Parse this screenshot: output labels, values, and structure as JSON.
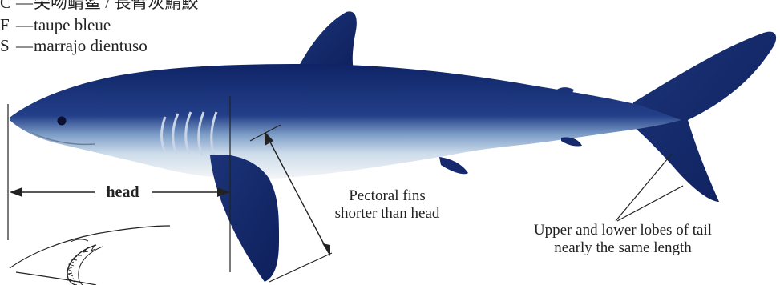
{
  "names": [
    {
      "code": "C",
      "text": "尖吻鲭鲨 / 長臂灰鯖鮫"
    },
    {
      "code": "F",
      "text": "taupe bleue"
    },
    {
      "code": "S",
      "text": "marrajo dientuso"
    }
  ],
  "dash": "—",
  "labels": {
    "head": "head",
    "pectoral_line1": "Pectoral fins",
    "pectoral_line2": "shorter than head",
    "tail_line1": "Upper and lower lobes of tail",
    "tail_line2": "nearly the same length"
  },
  "colors": {
    "shark_dark": "#142a6e",
    "shark_mid": "#2d4a93",
    "shark_light": "#a8c2dc",
    "belly": "#f4f6f8",
    "line": "#222222"
  }
}
